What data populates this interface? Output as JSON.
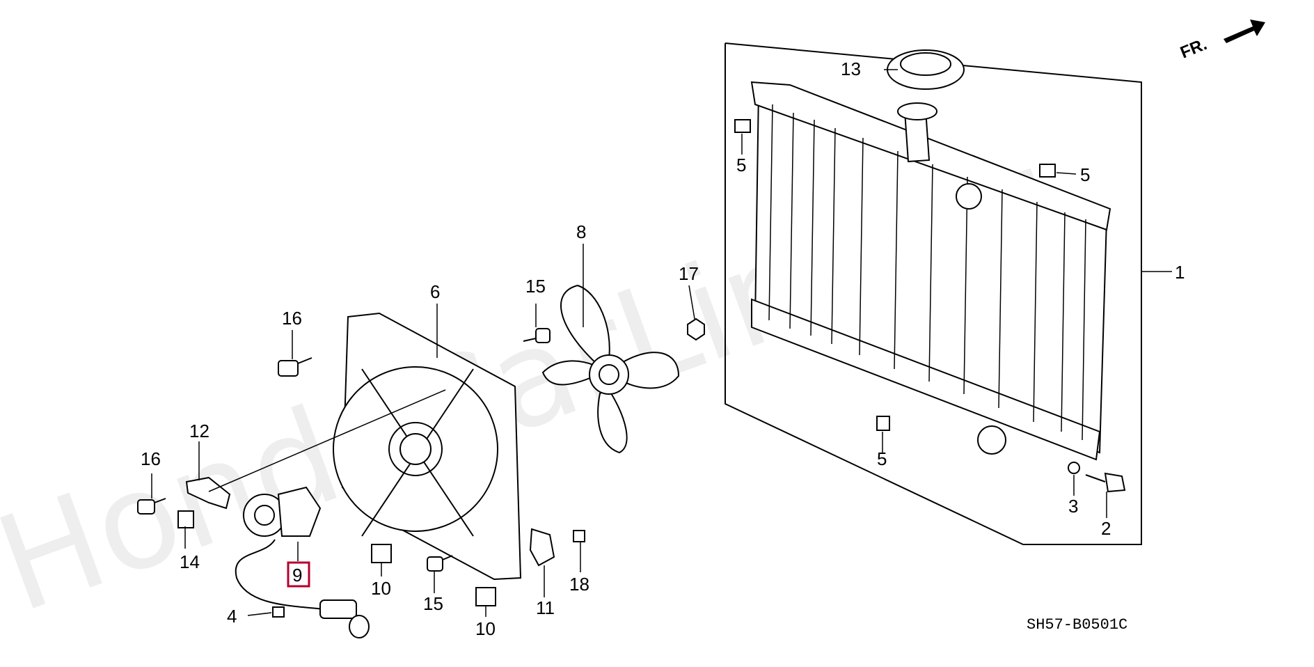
{
  "watermark": "HondaCarLine.ru",
  "direction_label": "FR.",
  "diagram_code": "SH57-B0501C",
  "selected_callout_color": "#b5002e",
  "callouts": {
    "c1": "1",
    "c2": "2",
    "c3": "3",
    "c4": "4",
    "c5a": "5",
    "c5b": "5",
    "c5c": "5",
    "c6": "6",
    "c8": "8",
    "c9": "9",
    "c10a": "10",
    "c10b": "10",
    "c11": "11",
    "c12": "12",
    "c13": "13",
    "c14": "14",
    "c15a": "15",
    "c15b": "15",
    "c16a": "16",
    "c16b": "16",
    "c17": "17",
    "c18": "18"
  }
}
